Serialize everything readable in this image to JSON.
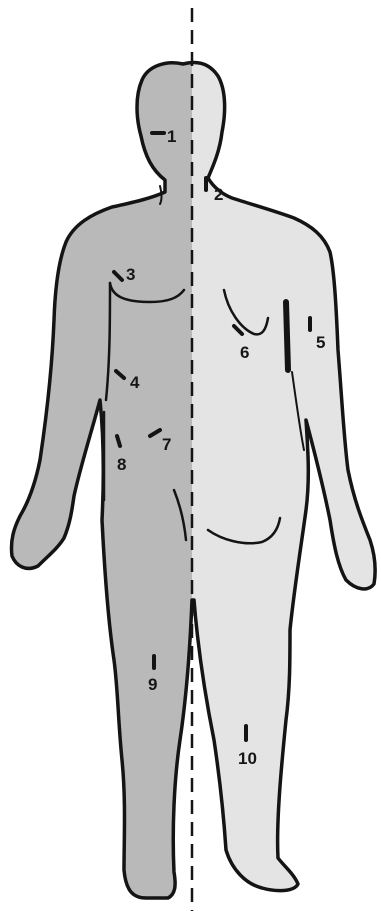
{
  "figure": {
    "colors": {
      "background": "#ffffff",
      "front_half_fill": "#b9b9b9",
      "back_half_fill": "#e4e4e4",
      "outline": "#141414",
      "dashed_midline": "#141414",
      "marks": "#141414"
    },
    "markers": [
      {
        "label": "1"
      },
      {
        "label": "2"
      },
      {
        "label": "3"
      },
      {
        "label": "4"
      },
      {
        "label": "5"
      },
      {
        "label": "6"
      },
      {
        "label": "7"
      },
      {
        "label": "8"
      },
      {
        "label": "9"
      },
      {
        "label": "10"
      }
    ]
  }
}
